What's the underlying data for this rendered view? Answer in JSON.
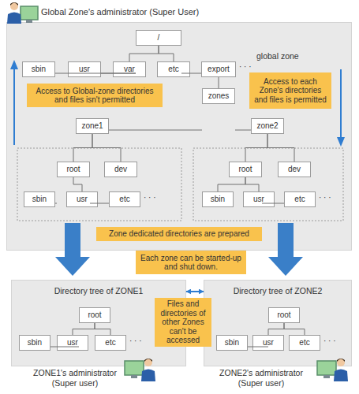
{
  "diagram": {
    "nodes": [
      {
        "text": [
          "global zone"
        ]
      },
      {
        "text": [
          "/"
        ],
        "in": 0
      },
      {
        "text": [
          "sbin"
        ],
        "in": 0
      },
      {
        "text": [
          "usr"
        ],
        "in": 0
      },
      {
        "text": [
          "var"
        ],
        "in": 0
      },
      {
        "text": [
          "etc"
        ],
        "in": 0
      },
      {
        "text": [
          "export"
        ],
        "in": 0
      },
      {
        "text": [
          "Access to Global-zone directories and files isn't permitted"
        ],
        "in": 0
      },
      {
        "text": [
          "Access to each Zone's directories and files is permitted"
        ],
        "in": 0
      },
      {
        "text": [
          "zones"
        ],
        "in": 0
      },
      {
        "text": [
          "zone1"
        ],
        "in": 0
      },
      {
        "text": [
          "zone2"
        ],
        "in": 0
      },
      {
        "text": [
          "root"
        ],
        "in": 0
      },
      {
        "text": [
          "dev"
        ],
        "in": 0
      },
      {
        "text": [
          "sbin"
        ],
        "in": 0
      },
      {
        "text": [
          "usr"
        ],
        "in": 0
      },
      {
        "text": [
          "etc"
        ],
        "in": 0
      },
      {
        "text": [
          "root"
        ],
        "in": 0
      },
      {
        "text": [
          "dev"
        ],
        "in": 0
      },
      {
        "text": [
          "sbin"
        ],
        "in": 0
      },
      {
        "text": [
          "usr"
        ],
        "in": 0
      },
      {
        "text": [
          "etc"
        ],
        "in": 0
      },
      {
        "text": [
          "Zone dedicated directories are prepared"
        ],
        "in": 0
      },
      {
        "text": [
          "Each zone can be started-up and shut down."
        ]
      },
      {
        "text": [
          "Directory tree of ZONE1"
        ]
      },
      {
        "text": [
          "Directory tree of ZONE2"
        ]
      },
      {
        "text": [
          "Files and directories of other Zones can't be accessed"
        ]
      },
      {
        "text": [
          "root"
        ],
        "in": 24
      },
      {
        "text": [
          "sbin"
        ],
        "in": 24
      },
      {
        "text": [
          "usr"
        ],
        "in": 24
      },
      {
        "text": [
          "etc"
        ],
        "in": 24
      },
      {
        "text": [
          "root"
        ],
        "in": 25
      },
      {
        "text": [
          "sbin"
        ],
        "in": 25
      },
      {
        "text": [
          "usr"
        ],
        "in": 25
      },
      {
        "text": [
          "etc"
        ],
        "in": 25
      }
    ],
    "edges": [
      {
        "from": 1,
        "to": 2,
        "arrow": "none"
      },
      {
        "from": 1,
        "to": 3,
        "arrow": "none"
      },
      {
        "from": 1,
        "to": 4,
        "arrow": "none"
      },
      {
        "from": 1,
        "to": 5,
        "arrow": "none"
      },
      {
        "from": 1,
        "to": 6,
        "arrow": "none"
      },
      {
        "from": 6,
        "to": 9,
        "arrow": "none"
      },
      {
        "from": 9,
        "to": 10,
        "arrow": "none"
      },
      {
        "from": 9,
        "to": 11,
        "arrow": "none"
      },
      {
        "from": 10,
        "to": 12,
        "arrow": "none"
      },
      {
        "from": 10,
        "to": 13,
        "arrow": "none"
      },
      {
        "from": 12,
        "to": 14,
        "arrow": "none"
      },
      {
        "from": 12,
        "to": 15,
        "arrow": "none"
      },
      {
        "from": 12,
        "to": 16,
        "arrow": "none"
      },
      {
        "from": 11,
        "to": 17,
        "arrow": "none"
      },
      {
        "from": 11,
        "to": 18,
        "arrow": "none"
      },
      {
        "from": 17,
        "to": 19,
        "arrow": "none"
      },
      {
        "from": 17,
        "to": 20,
        "arrow": "none"
      },
      {
        "from": 17,
        "to": 21,
        "arrow": "none"
      },
      {
        "from": 24,
        "to": 25,
        "arrow": "both"
      },
      {
        "from": 27,
        "to": 28,
        "arrow": "none"
      },
      {
        "from": 27,
        "to": 29,
        "arrow": "none"
      },
      {
        "from": 27,
        "to": 30,
        "arrow": "none"
      },
      {
        "from": 31,
        "to": 32,
        "arrow": "none"
      },
      {
        "from": 31,
        "to": 33,
        "arrow": "none"
      },
      {
        "from": 31,
        "to": 34,
        "arrow": "none"
      }
    ],
    "labels": [
      "Global Zone's administrator (Super User)",
      "· · ·",
      "· · ·",
      "· · ·",
      "· · ·",
      "· · ·",
      "ZONE1's administrator (Super user)",
      "ZONE2's administrator (Super user)"
    ]
  }
}
